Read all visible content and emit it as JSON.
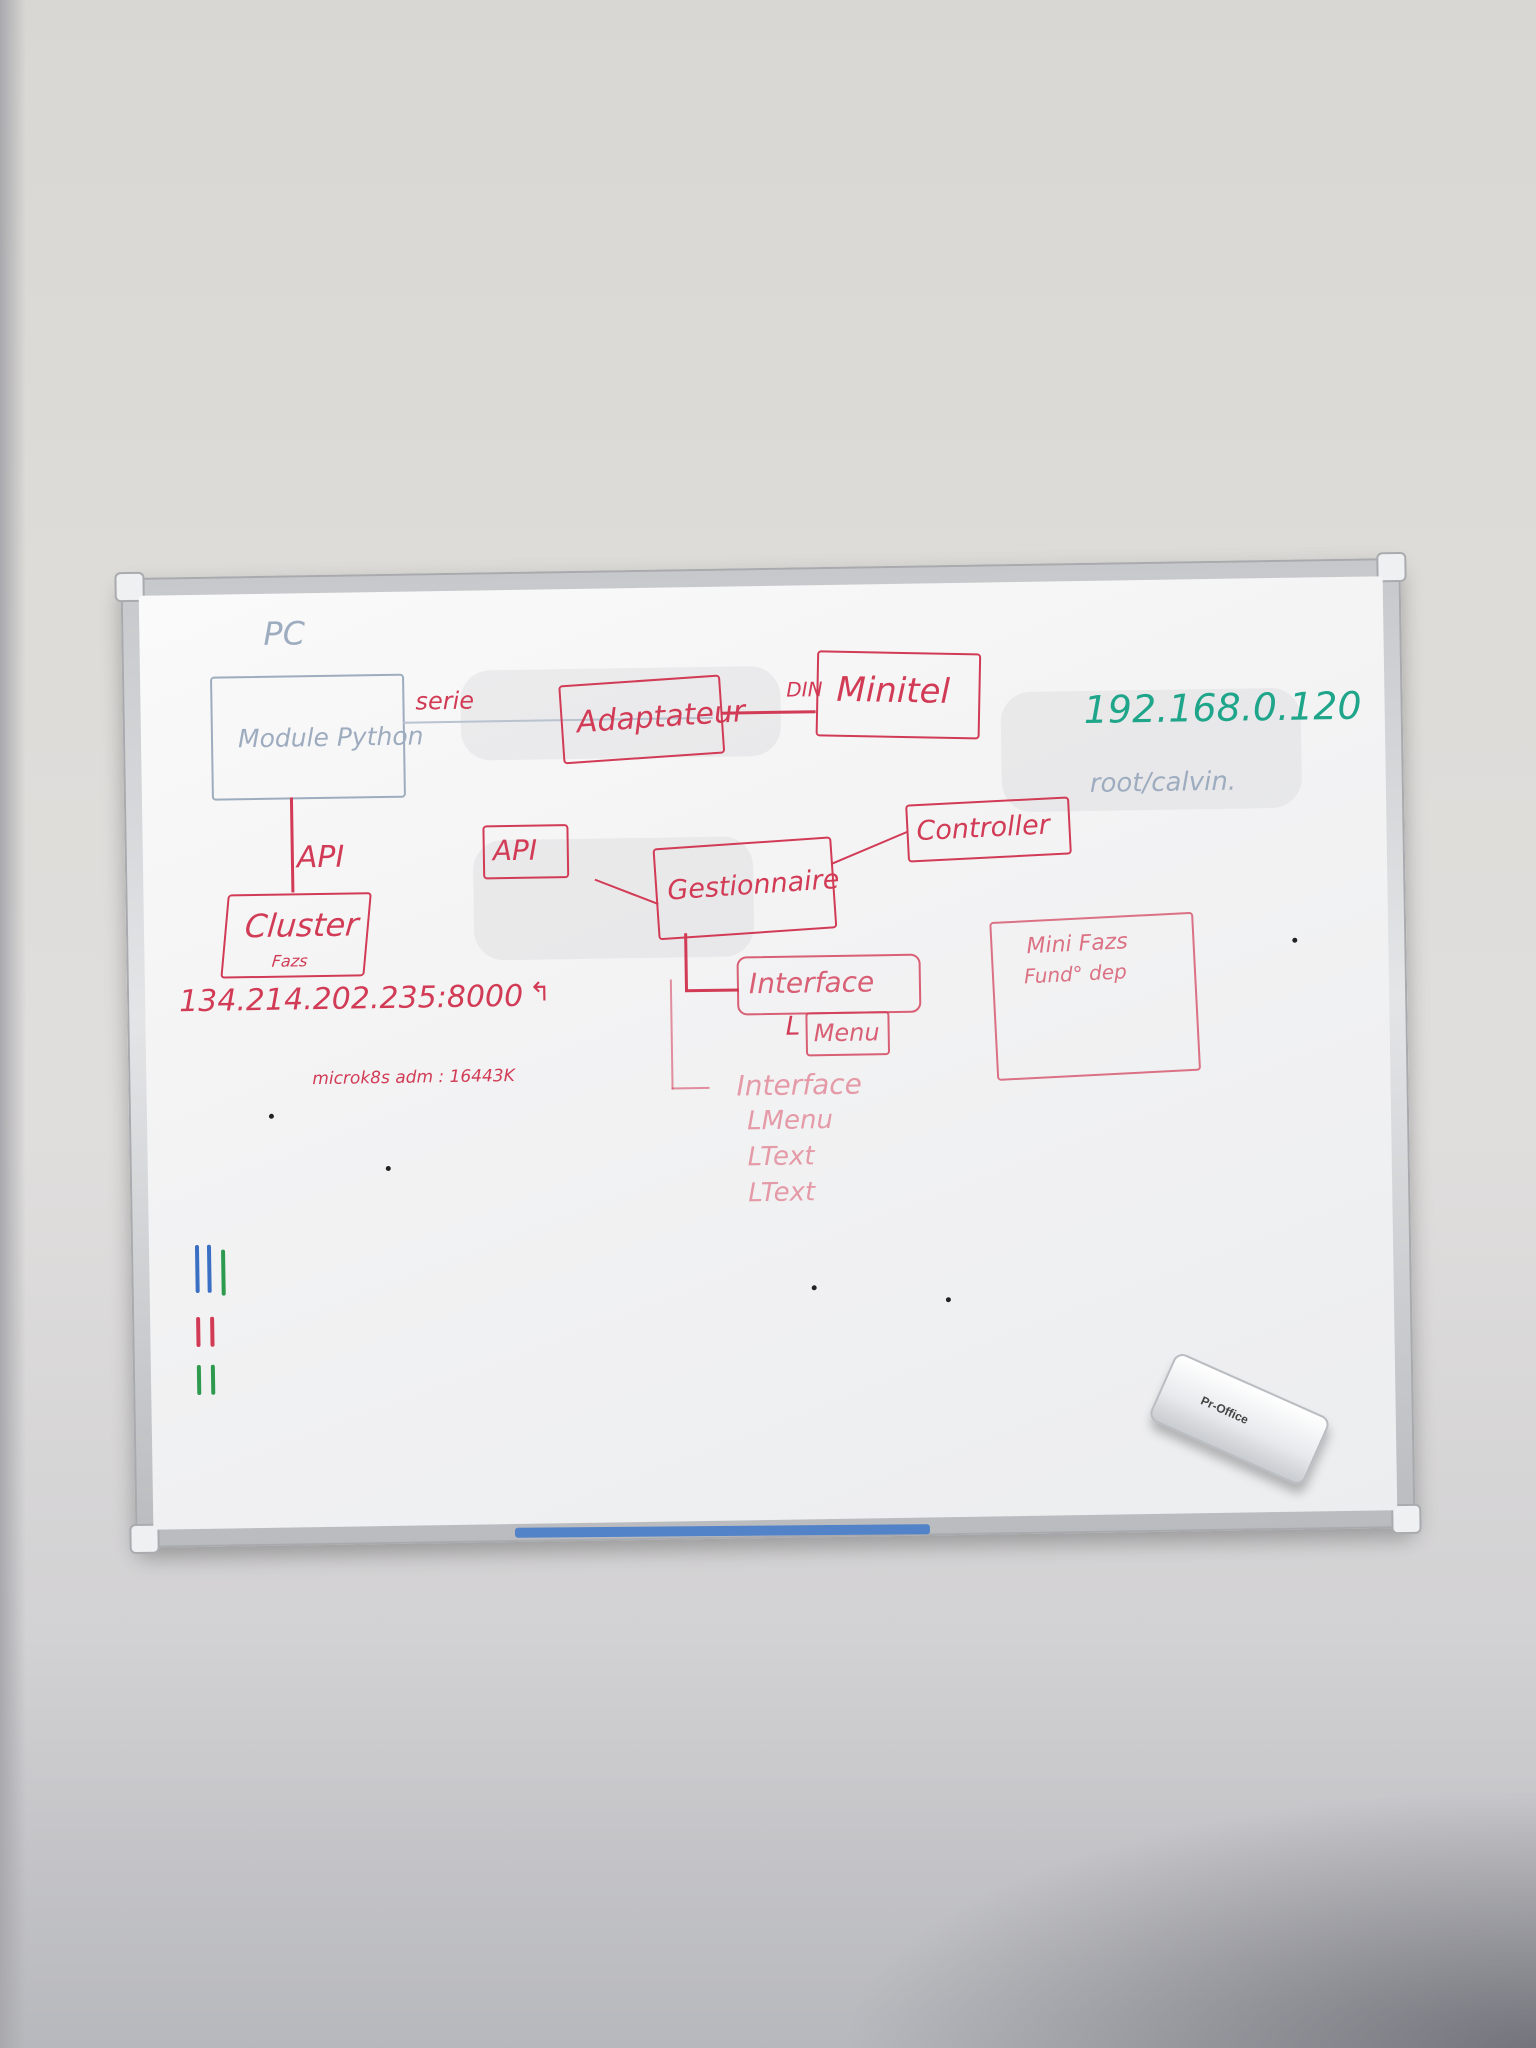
{
  "whiteboard": {
    "pc_label": "PC",
    "module_python": "Module Python",
    "serie": "serie",
    "adaptateur": "Adaptateur",
    "din": "DIN",
    "minitel": "Minitel",
    "ip_address": "192.168.0.120",
    "credentials": "root/calvin.",
    "api_left": "API",
    "api_mid": "API",
    "controller": "Controller",
    "gestionnaire": "Gestionnaire",
    "cluster": "Cluster",
    "cluster_sub": "Fazs",
    "cluster_endpoint": "134.214.202.235:8000",
    "admin_note": "microk8s adm : 16443K",
    "interface_box": "Interface",
    "menu_box": "Menu",
    "interface_list": "Interface",
    "list_items": [
      "Menu",
      "Text",
      "Text"
    ],
    "mini_fazs_line1": "Mini Fazs",
    "mini_fazs_line2": "Fund° dep",
    "eraser_brand": "Pr-Office"
  },
  "colors": {
    "red_marker": "#d23b55",
    "gray_marker": "#9eacbf",
    "teal_marker": "#1ea58a",
    "blue_marker": "#3a6fc4",
    "green_marker": "#2e9a4e"
  }
}
